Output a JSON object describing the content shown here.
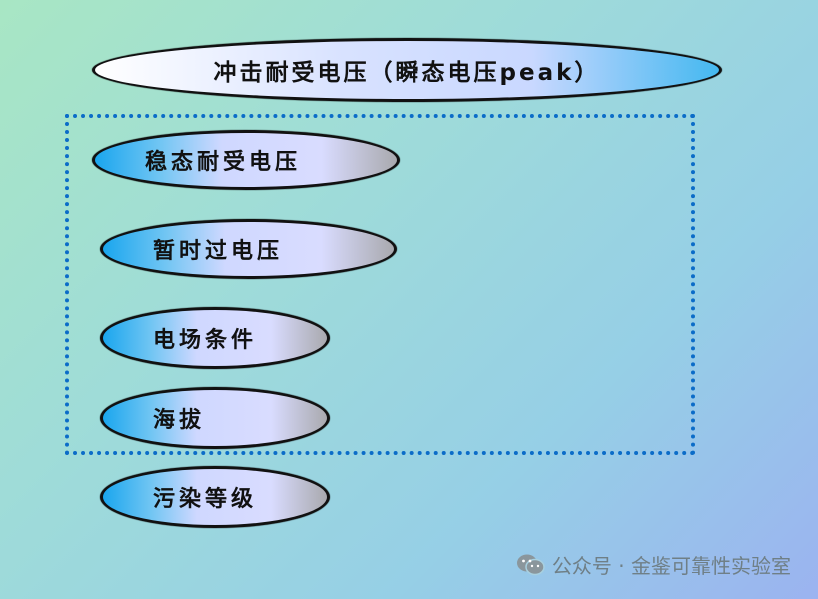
{
  "diagram": {
    "top_node": "冲击耐受电压（瞬态电压peak）",
    "grouped_nodes": [
      "稳态耐受电压",
      "暂时过电压",
      "电场条件",
      "海拔"
    ],
    "bottom_node": "污染等级"
  },
  "watermark": {
    "text": "公众号 · 金鉴可靠性实验室",
    "icon": "wechat-icon"
  },
  "colors": {
    "group_border": "#0b6cc8",
    "ellipse_blue": "#1aa6ee"
  }
}
